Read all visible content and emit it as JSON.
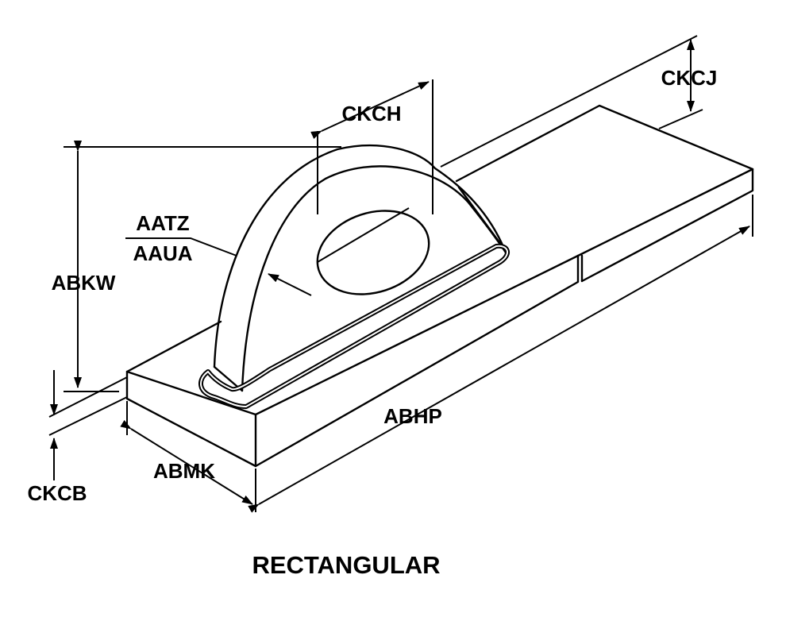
{
  "labels": {
    "ckcj": "CKCJ",
    "ckch": "CKCH",
    "aatz": "AATZ",
    "aaua": "AAUA",
    "abkw": "ABKW",
    "abhp": "ABHP",
    "abmk": "ABMK",
    "ckcb": "CKCB"
  },
  "caption": "RECTANGULAR"
}
